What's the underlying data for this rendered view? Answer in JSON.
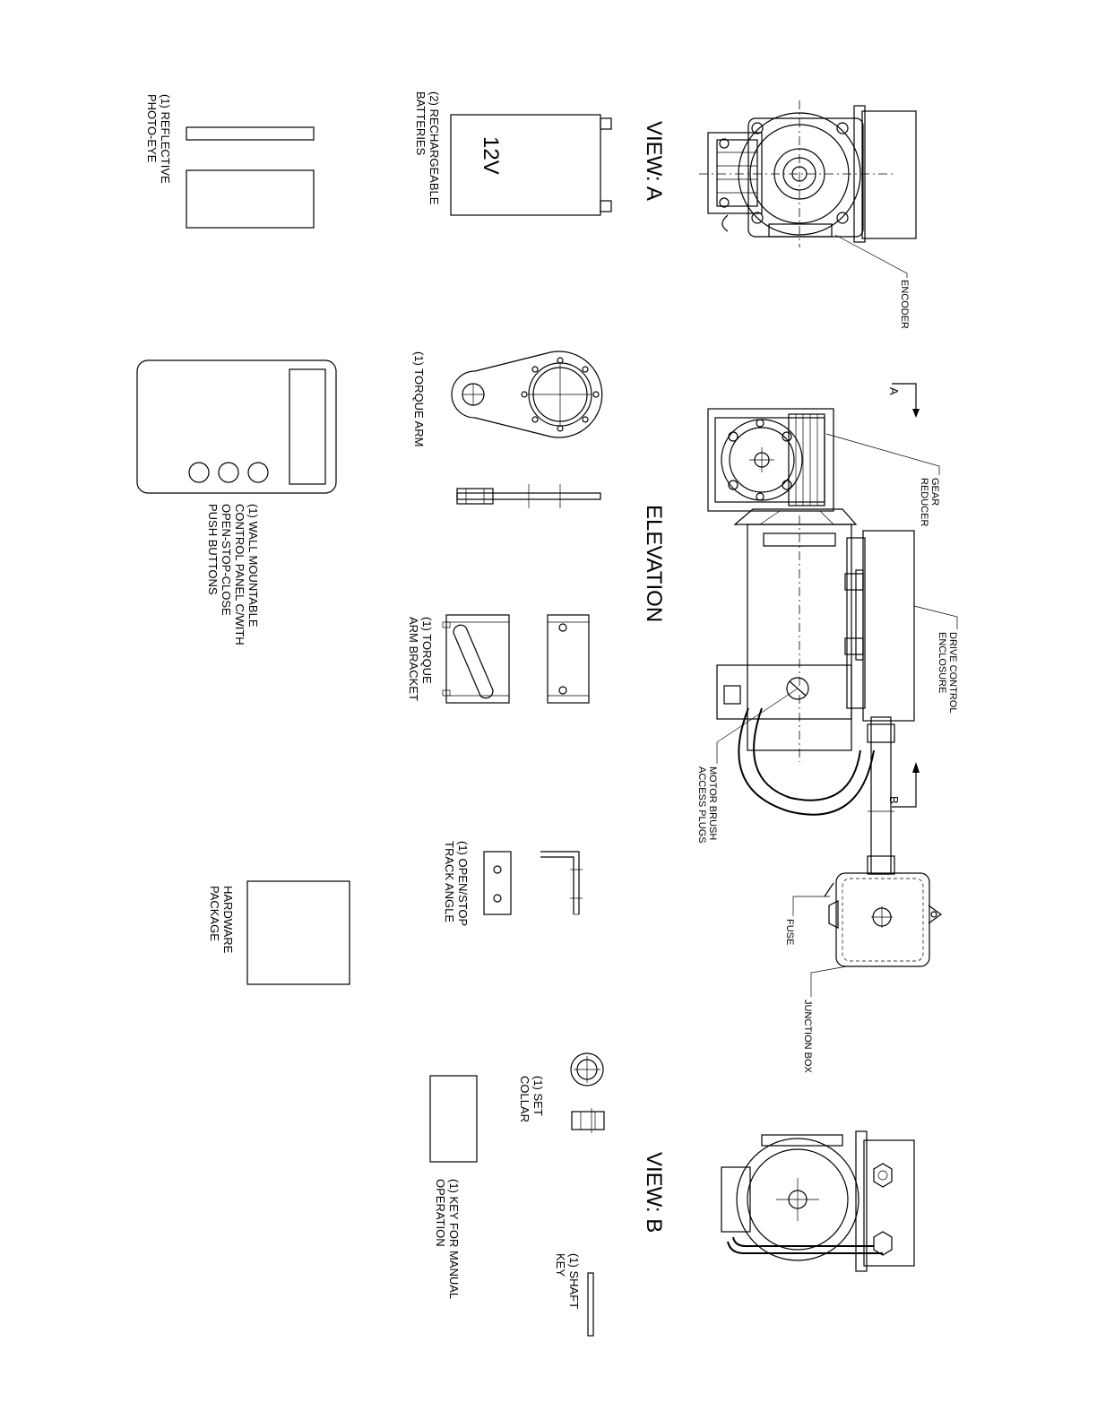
{
  "views": {
    "view_a": "VIEW: A",
    "view_b": "VIEW: B",
    "elevation": "ELEVATION"
  },
  "section_markers": {
    "a": "A",
    "b": "B"
  },
  "callouts": {
    "encoder": "ENCODER",
    "gear_reducer": [
      "GEAR",
      "REDUCER"
    ],
    "drive_control": [
      "DRIVE CONTROL",
      "ENCLOSURE"
    ],
    "motor_brush": [
      "MOTOR BRUSH",
      "ACCESS PLUGS"
    ],
    "fuse": "FUSE",
    "junction_box": "JUNCTION BOX"
  },
  "parts": {
    "batteries": {
      "lines": [
        "(2) RECHARGEABLE",
        "BATTERIES"
      ],
      "marking": "12V"
    },
    "photo_eye": {
      "lines": [
        "(1) REFLECTIVE",
        "PHOTO-EYE"
      ]
    },
    "torque_arm": {
      "lines": [
        "(1) TORQUE ARM"
      ]
    },
    "control_panel": {
      "lines": [
        "(1) WALL MOUNTABLE",
        "CONTROL PANEL C/WITH",
        "OPEN-STOP-CLOSE",
        "PUSH BUTTONS"
      ]
    },
    "torque_arm_bracket": {
      "lines": [
        "(1) TORQUE",
        "ARM  BRACKET"
      ]
    },
    "track_angle": {
      "lines": [
        "(1) OPEN/STOP",
        "TRACK ANGLE"
      ]
    },
    "hardware": {
      "lines": [
        "HARDWARE",
        "PACKAGE"
      ]
    },
    "set_collar": {
      "lines": [
        "(1) SET",
        "COLLAR"
      ]
    },
    "shaft_key": {
      "lines": [
        "(1) SHAFT",
        "KEY"
      ]
    },
    "manual_key": {
      "lines": [
        "(1) KEY FOR MANUAL",
        "OPERATION"
      ]
    }
  }
}
